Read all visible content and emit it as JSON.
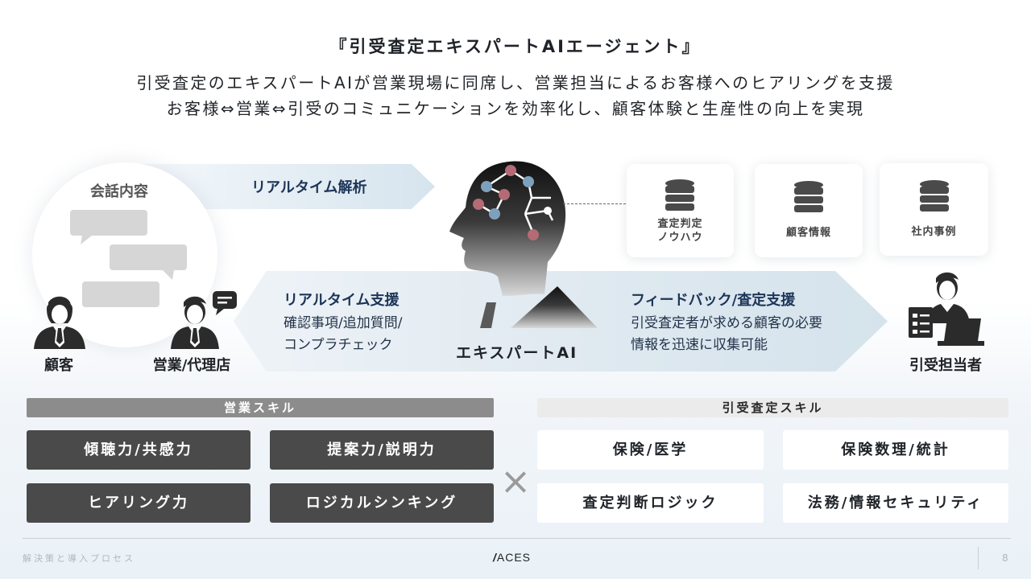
{
  "header": {
    "title": "『引受査定エキスパートAIエージェント』",
    "subtitle_line1": "引受査定のエキスパートAIが営業現場に同席し、営業担当によるお客様へのヒアリングを支援",
    "subtitle_line2": "お客様⇔営業⇔引受のコミュニケーションを効率化し、顧客体験と生産性の向上を実現"
  },
  "diagram": {
    "conversation_label": "会話内容",
    "realtime_analysis_label": "リアルタイム解析",
    "expert_ai_label": "エキスパートAI",
    "realtime_support": {
      "title": "リアルタイム支援",
      "line1": "確認事項/追加質問/",
      "line2": "コンプラチェック"
    },
    "feedback": {
      "title": "フィードバック/査定支援",
      "line1": "引受査定者が求める顧客の必要",
      "line2": "情報を迅速に収集可能"
    },
    "databases": [
      {
        "label": "査定判定\nノウハウ",
        "icon": "database-icon"
      },
      {
        "label": "顧客情報",
        "icon": "database-icon"
      },
      {
        "label": "社内事例",
        "icon": "database-icon"
      }
    ],
    "people": {
      "customer": "顧客",
      "sales": "営業/代理店",
      "underwriter": "引受担当者"
    }
  },
  "skills": {
    "sales_header": "営業スキル",
    "sales_items": [
      "傾聴力/共感力",
      "提案力/説明力",
      "ヒアリング力",
      "ロジカルシンキング"
    ],
    "underwriting_header": "引受査定スキル",
    "underwriting_items": [
      "保険/医学",
      "保険数理/統計",
      "査定判断ロジック",
      "法務/情報セキュリティ"
    ],
    "times_symbol": "×"
  },
  "footer": {
    "left_text": "解決策と導入プロセス",
    "logo": "ACES",
    "page_number": "8"
  },
  "colors": {
    "navy": "#1c3558",
    "dark_skill": "#4a4a4a",
    "arrow_light": "#dfe9f0"
  }
}
